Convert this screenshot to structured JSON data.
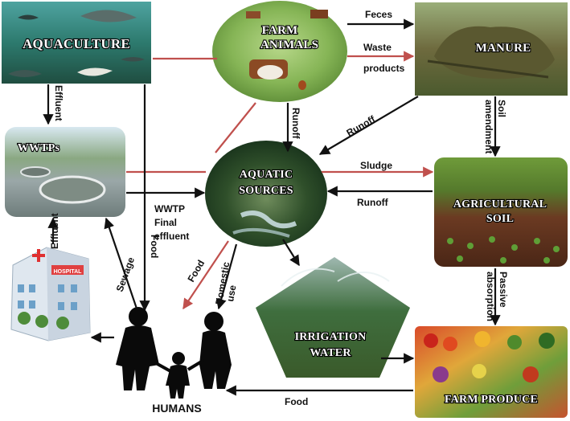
{
  "nodes": {
    "aquaculture": "AQUACULTURE",
    "farm_animals_line1": "FARM",
    "farm_animals_line2": "ANIMALS",
    "manure": "MANURE",
    "wwtps": "WWTPs",
    "aquatic_sources_line1": "AQUATIC",
    "aquatic_sources_line2": "SOURCES",
    "agricultural_soil": "AGRICULTURAL",
    "agricultural_soil_line2": "SOIL",
    "irrigation_water_line1": "IRRIGATION",
    "irrigation_water_line2": "WATER",
    "farm_produce": "FARM PRODUCE",
    "humans": "HUMANS",
    "hospital_sign": "HOSPITAL"
  },
  "edges": {
    "feces": "Feces",
    "waste_products_line1": "Waste",
    "waste_products_line2": "products",
    "effluent_aquaculture": "Effluent",
    "runoff_farm": "Runoff",
    "runoff_manure": "Runoff",
    "soil_amendment_line1": "Soil",
    "soil_amendment_line2": "amendment",
    "sludge": "Sludge",
    "runoff_soil": "Runoff",
    "wwtp_final_line1": "WWTP",
    "wwtp_final_line2": "Final",
    "wwtp_final_line3": "effluent",
    "effluent_hospital": "Effluent",
    "sewage": "Sewage",
    "food_aquaculture": "Food",
    "food_aquatic": "Food",
    "domestic_use_line1": "Domestic",
    "domestic_use_line2": "use",
    "passive_absorption_line1": "Passive",
    "passive_absorption_line2": "absorption",
    "food_produce": "Food"
  },
  "colors": {
    "arrow_black": "#111111",
    "arrow_red": "#c0504d"
  }
}
